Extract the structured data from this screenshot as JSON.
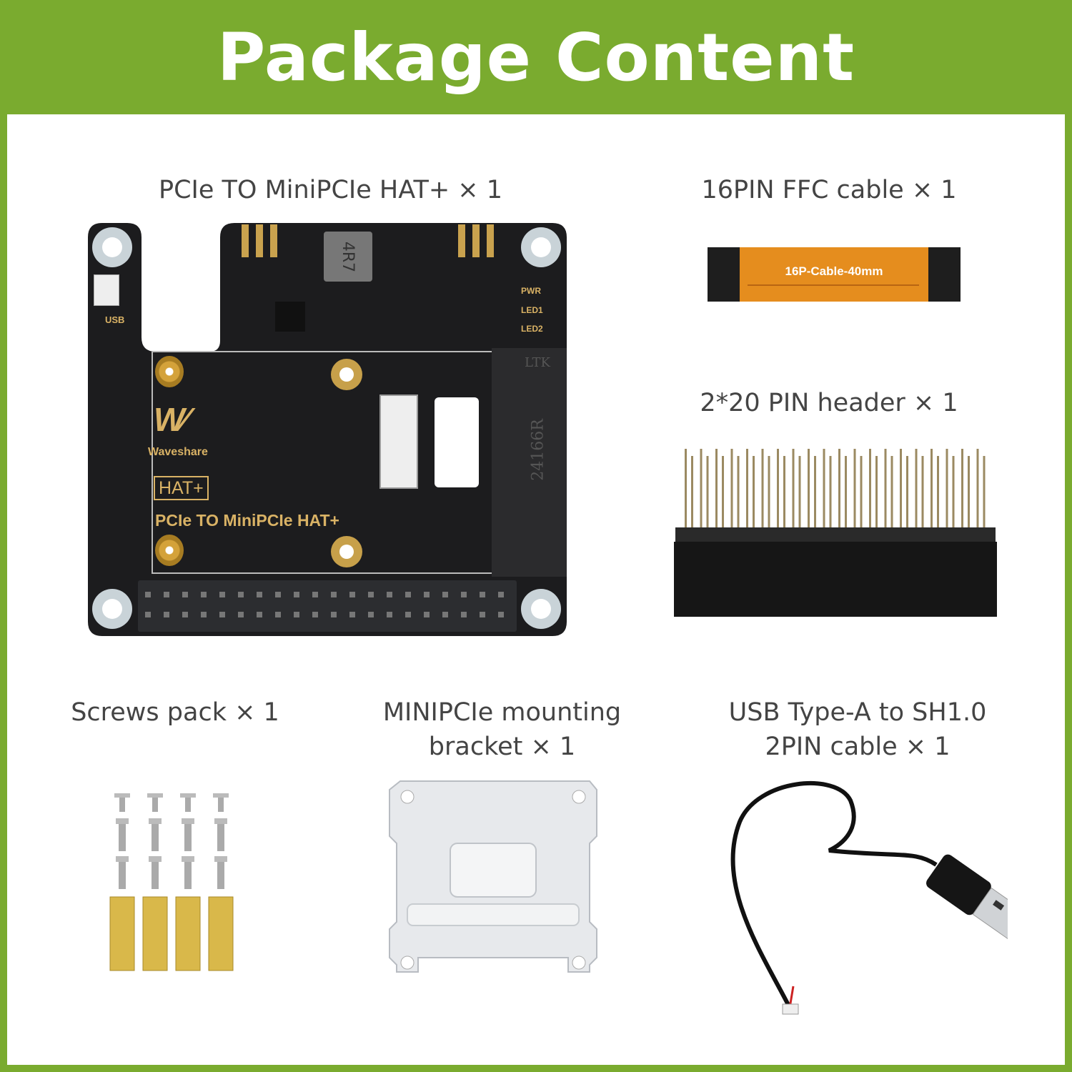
{
  "header": {
    "title": "Package Content"
  },
  "items": [
    {
      "label": "PCIe TO MiniPCIe HAT+ × 1"
    },
    {
      "label": "16PIN FFC cable × 1"
    },
    {
      "label": "2*20 PIN header × 1"
    },
    {
      "label": "Screws pack × 1"
    },
    {
      "label_line1": "MINIPCIe mounting",
      "label_line2": "bracket × 1"
    },
    {
      "label_line1": "USB Type-A to SH1.0",
      "label_line2": "2PIN cable × 1"
    }
  ],
  "board": {
    "usb": "USB",
    "pwr": "PWR",
    "led1": "LED1",
    "led2": "LED2",
    "brand": "Waveshare",
    "hat_badge": "HAT+",
    "name": "PCIe TO MiniPCIe HAT+",
    "inductor": "4R7",
    "slot_brand": "LTK",
    "slot_code": "24166R"
  },
  "ffc": {
    "print": "16P-Cable-40mm"
  },
  "colors": {
    "brand_green": "#7aab2f",
    "pcb": "#1c1c1e",
    "silk": "#d9b265",
    "ffc": "#e58d1e"
  }
}
